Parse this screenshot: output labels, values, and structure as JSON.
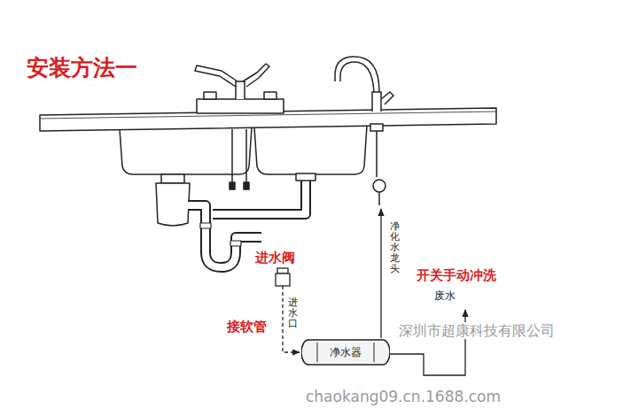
{
  "diagram": {
    "title": "安装方法一",
    "nodes": [
      {
        "text": [
          "净水器"
        ]
      }
    ],
    "labels": [
      "进水阀",
      "接软管",
      "进水口",
      "净化水龙头",
      "开关手动冲洗",
      "废水",
      "深圳市超康科技有限公司",
      "chaokang09.cn.1688.com"
    ]
  }
}
